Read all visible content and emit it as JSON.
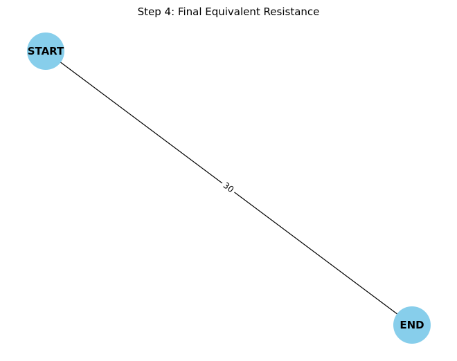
{
  "title": "Step 4: Final Equivalent Resistance",
  "colors": {
    "node_fill": "#87CEEB",
    "edge_stroke": "#000000",
    "background": "#ffffff"
  },
  "graph": {
    "nodes": [
      {
        "id": "START",
        "label": "START"
      },
      {
        "id": "END",
        "label": "END"
      }
    ],
    "edges": [
      {
        "from": "START",
        "to": "END",
        "label": "30"
      }
    ]
  }
}
